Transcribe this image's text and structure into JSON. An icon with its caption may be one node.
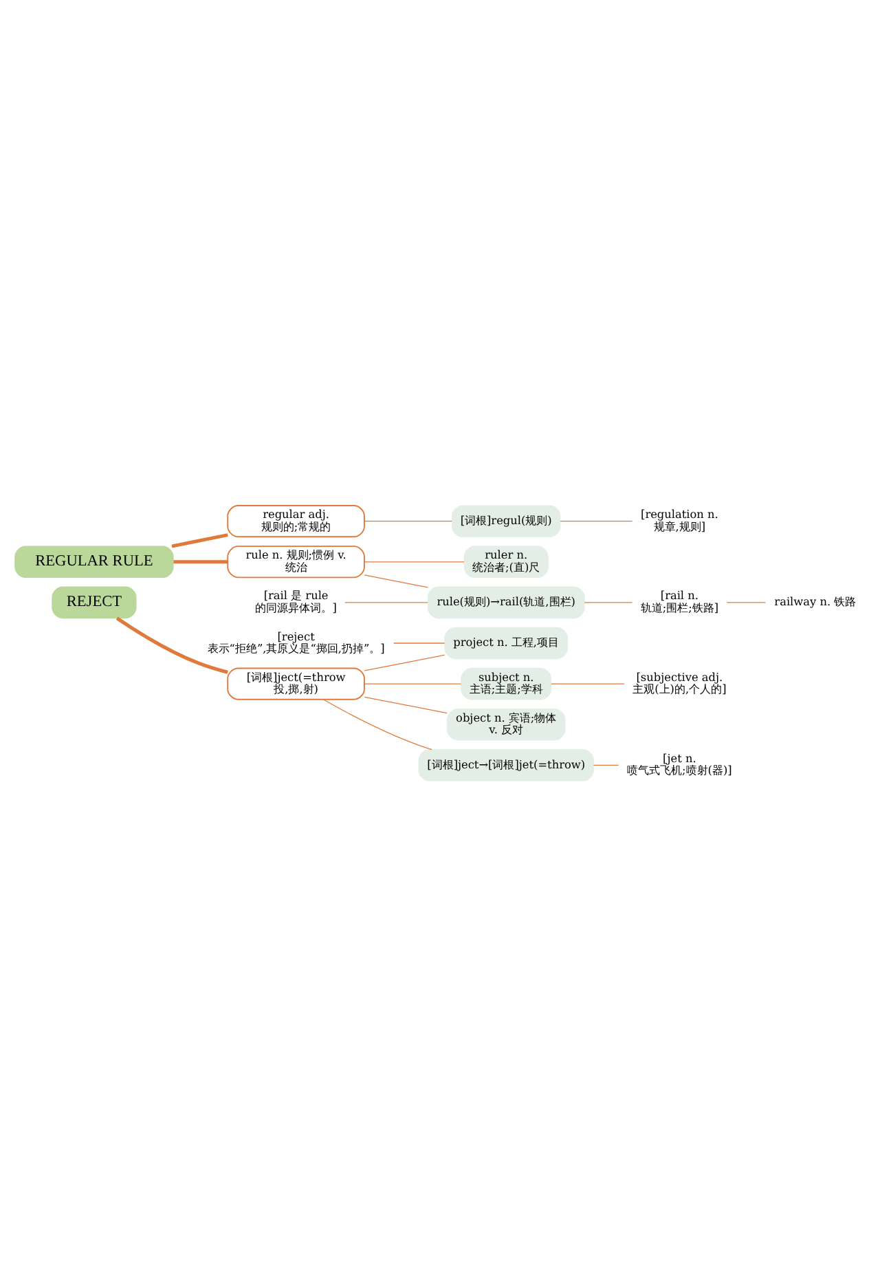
{
  "diagram": {
    "nodes": [
      {
        "text": [
          "REGULAR RULE"
        ]
      },
      {
        "text": [
          "regular adj. 规则的;常规的"
        ]
      },
      {
        "text": [
          "[词根]regul(规则)"
        ]
      },
      {
        "text": [
          "[regulation n. 规章,规则]"
        ]
      },
      {
        "text": [
          "rule n. 规则;惯例 v. 统治"
        ]
      },
      {
        "text": [
          "ruler n. 统治者;(直)尺"
        ]
      },
      {
        "text": [
          "[rail 是 rule 的同源异体词。]"
        ]
      },
      {
        "text": [
          "rule(规则)→rail(轨道,围栏)"
        ]
      },
      {
        "text": [
          "[rail n. 轨道;围栏;铁路]"
        ]
      },
      {
        "text": [
          "railway n. 铁路"
        ]
      },
      {
        "text": [
          "REJECT"
        ]
      },
      {
        "text": [
          "[词根]ject(=throw 投,掷,射)"
        ]
      },
      {
        "text": [
          "[reject 表示“拒绝”,其原义是“掷回,扔掉”。]"
        ]
      },
      {
        "text": [
          "project n. 工程,项目"
        ]
      },
      {
        "text": [
          "subject n. 主语;主题;学科"
        ]
      },
      {
        "text": [
          "[subjective adj. 主观(上)的,个人的]"
        ]
      },
      {
        "text": [
          "object n. 宾语;物体 v. 反对"
        ]
      },
      {
        "text": [
          "[词根]ject→[词根]jet(=throw)"
        ]
      },
      {
        "text": [
          "[jet n. 喷气式飞机;喷射(器)]"
        ]
      }
    ],
    "edges": [
      {
        "from": 0,
        "to": 1,
        "arrow": "none",
        "style": "thick"
      },
      {
        "from": 0,
        "to": 4,
        "arrow": "none",
        "style": "thick"
      },
      {
        "from": 1,
        "to": 2,
        "arrow": "none"
      },
      {
        "from": 2,
        "to": 3,
        "arrow": "none"
      },
      {
        "from": 4,
        "to": 5,
        "arrow": "none"
      },
      {
        "from": 4,
        "to": 7,
        "arrow": "none"
      },
      {
        "from": 6,
        "to": 7,
        "arrow": "none"
      },
      {
        "from": 7,
        "to": 8,
        "arrow": "none"
      },
      {
        "from": 8,
        "to": 9,
        "arrow": "none"
      },
      {
        "from": 10,
        "to": 11,
        "arrow": "none",
        "style": "thick"
      },
      {
        "from": 11,
        "to": 13,
        "arrow": "none"
      },
      {
        "from": 11,
        "to": 14,
        "arrow": "none"
      },
      {
        "from": 11,
        "to": 16,
        "arrow": "none"
      },
      {
        "from": 11,
        "to": 17,
        "arrow": "none"
      },
      {
        "from": 12,
        "to": 13,
        "arrow": "none"
      },
      {
        "from": 14,
        "to": 15,
        "arrow": "none"
      },
      {
        "from": 17,
        "to": 18,
        "arrow": "none"
      }
    ]
  }
}
